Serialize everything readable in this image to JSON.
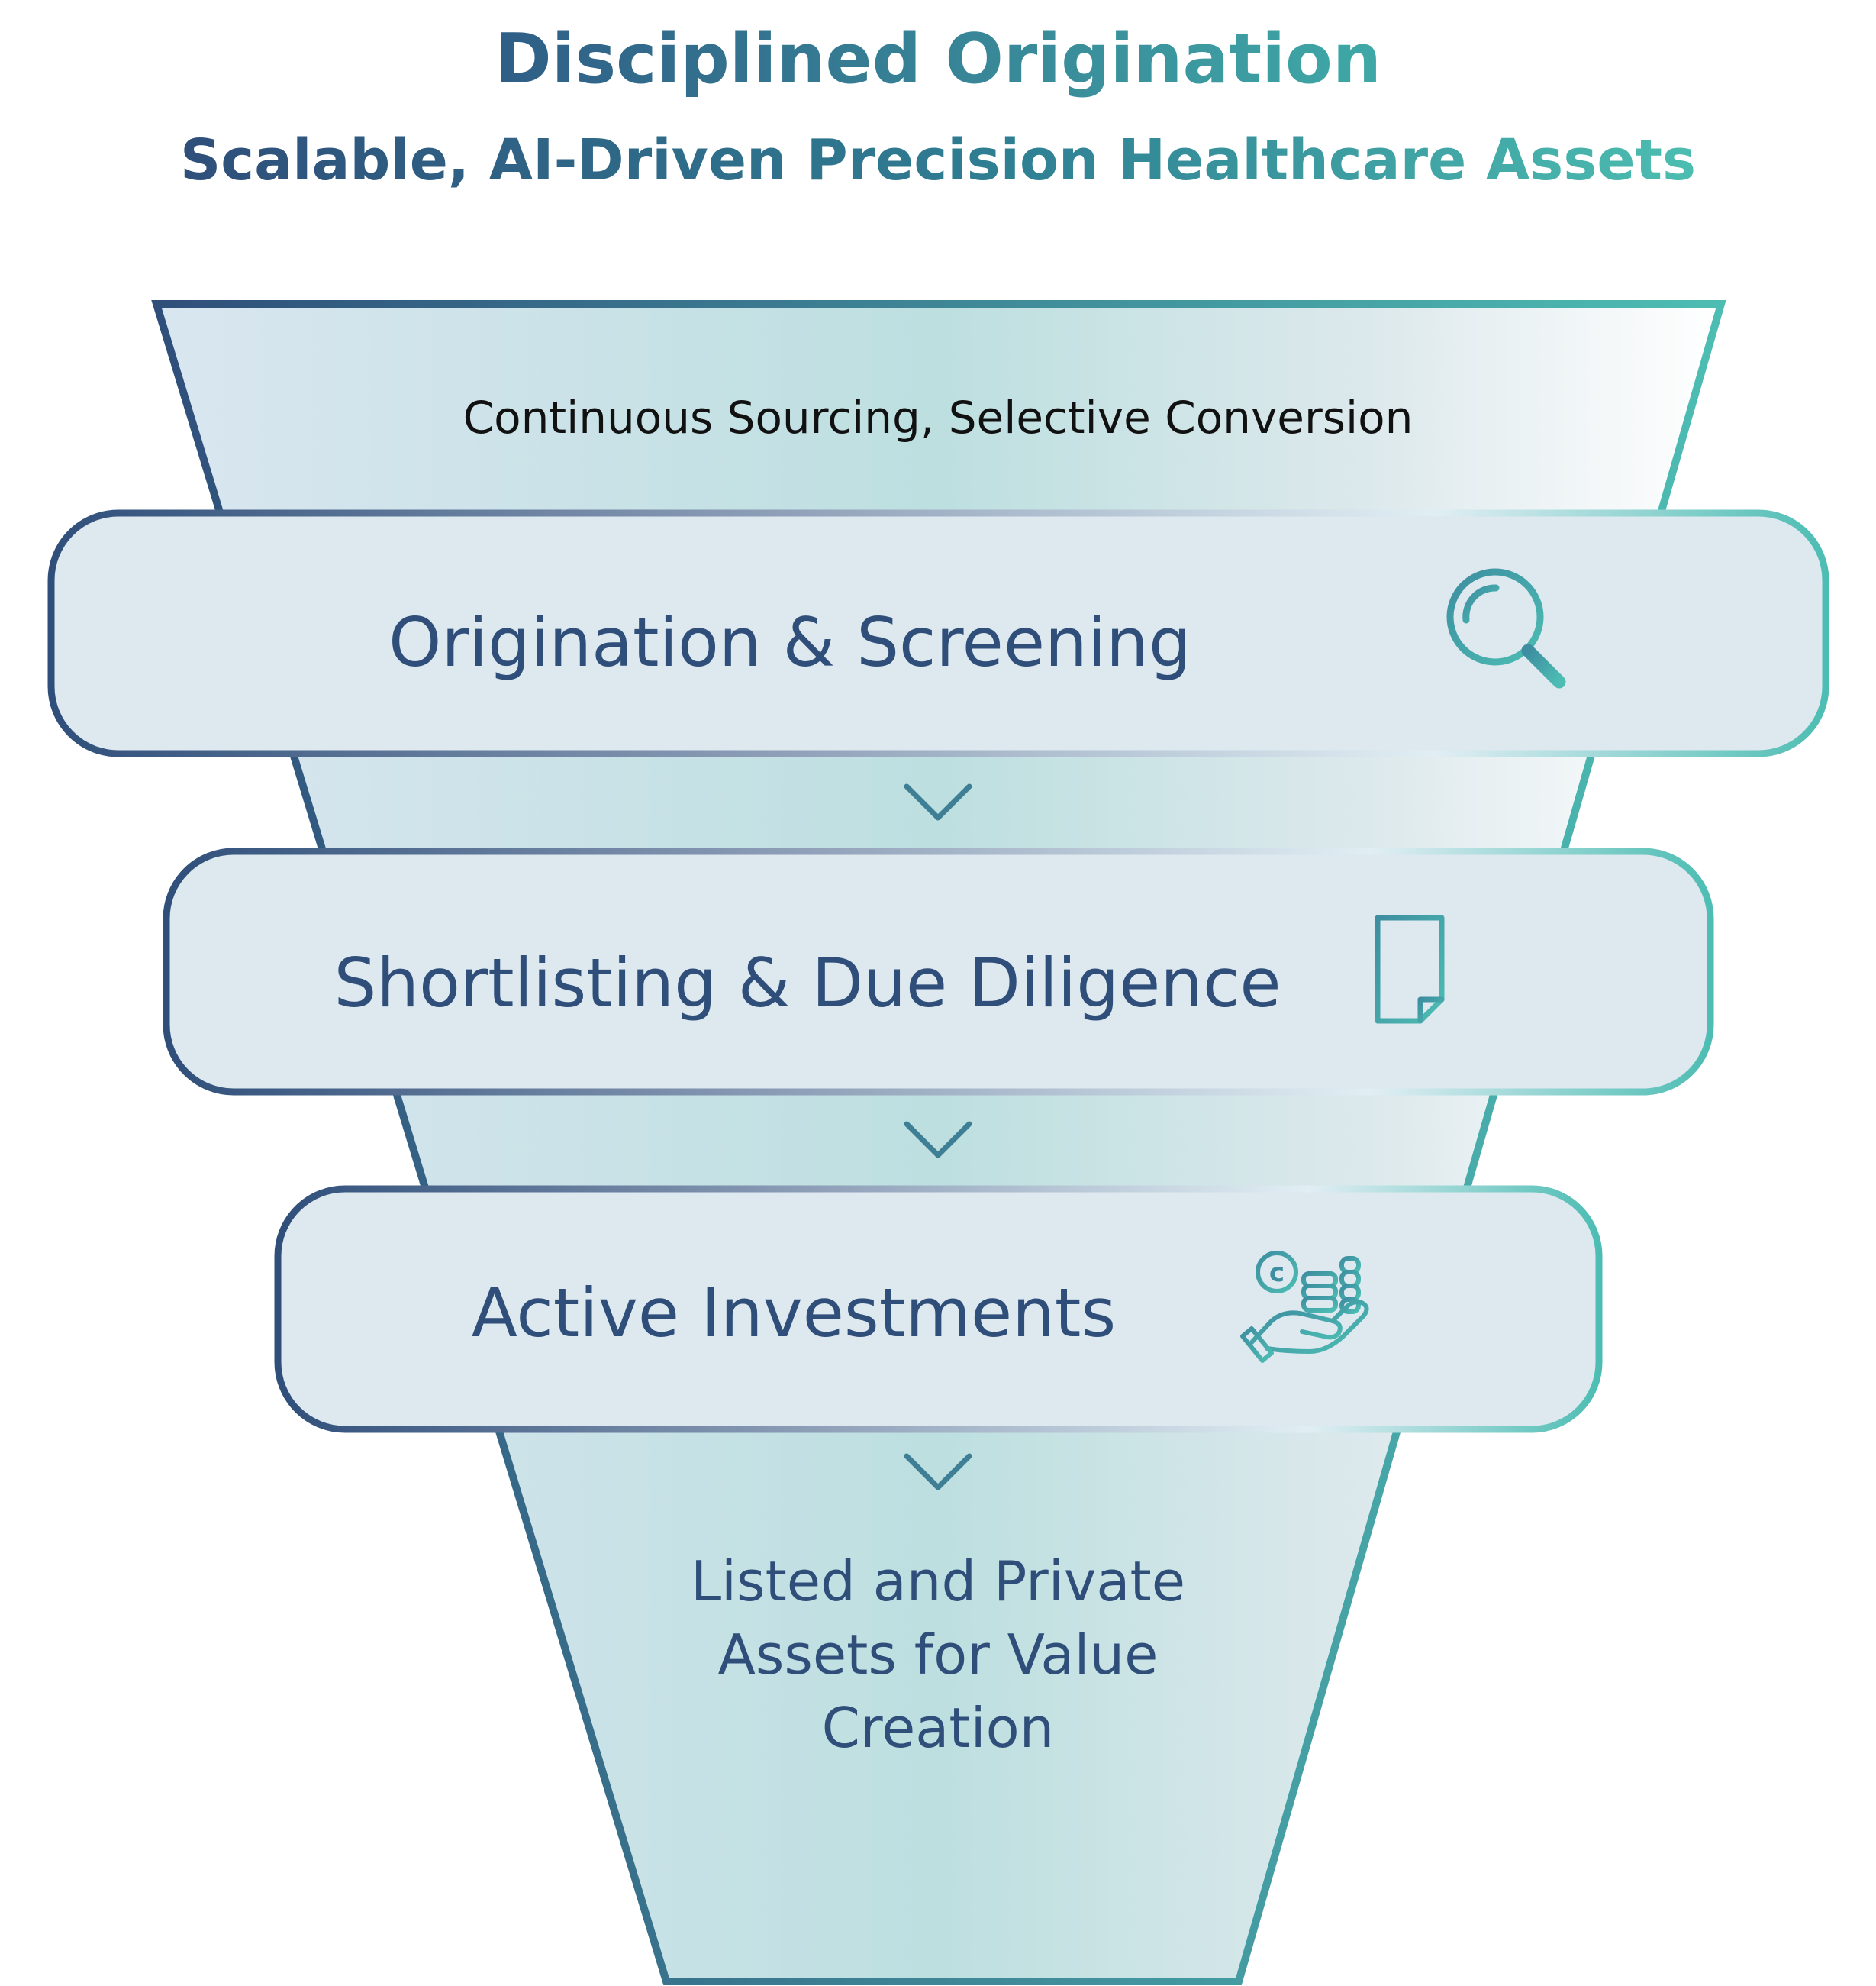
{
  "header": {
    "title": "Disciplined Origination",
    "subtitle": "Scalable, AI-Driven Precision Healthcare Assets"
  },
  "funnel": {
    "top_note": "Continuous Sourcing, Selective Conversion",
    "stages": [
      {
        "label": "Origination & Screening",
        "icon": "magnifying-glass-icon"
      },
      {
        "label": "Shortlisting & Due Diligence",
        "icon": "document-icon"
      },
      {
        "label": "Active Investments",
        "icon": "hand-holding-coins-icon"
      }
    ],
    "outcome": {
      "lines": [
        "Listed and Private",
        "Assets for Value",
        "Creation"
      ]
    }
  },
  "colors": {
    "navy": "#2f4f7a",
    "teal": "#4dbdb3",
    "title_start": "#2f5e86",
    "title_end": "#3fa8a6",
    "subtitle_start": "#2f4f7a",
    "subtitle_end": "#4cbdb0",
    "funnel_fill_start": "#d9e6f0",
    "funnel_fill_mid": "#bddfe0",
    "funnel_fill_end": "#ffffff",
    "box_fill": "#dde8ef",
    "note_text": "#111111"
  }
}
